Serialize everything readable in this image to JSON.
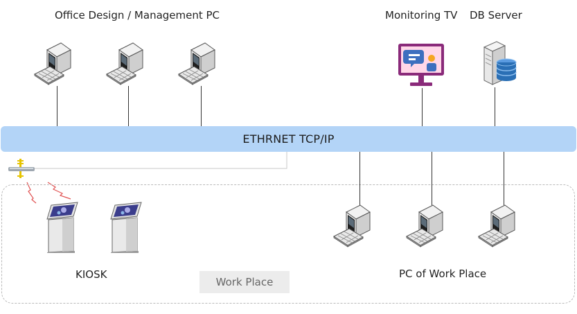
{
  "labels": {
    "office": "Office Design / Management PC",
    "monitoring": "Monitoring TV",
    "db": "DB Server",
    "network": "ETHRNET TCP/IP",
    "kiosk": "KIOSK",
    "workplace_pc": "PC of Work Place",
    "workplace_zone": "Work Place"
  },
  "icons": {
    "office_pcs": [
      "computer-icon",
      "computer-icon",
      "computer-icon"
    ],
    "workplace_pcs": [
      "computer-icon",
      "computer-icon",
      "computer-icon"
    ],
    "kiosks": [
      "kiosk-icon",
      "kiosk-icon"
    ],
    "monitor": "monitoring-tv-icon",
    "server": "db-server-icon",
    "access_point": "wireless-access-point-icon",
    "signal": "wireless-signal-icon"
  },
  "colors": {
    "network_bus": "#b3d4f7",
    "tv_frame": "#8a2a7a",
    "server_db": "#2a6fb5"
  }
}
